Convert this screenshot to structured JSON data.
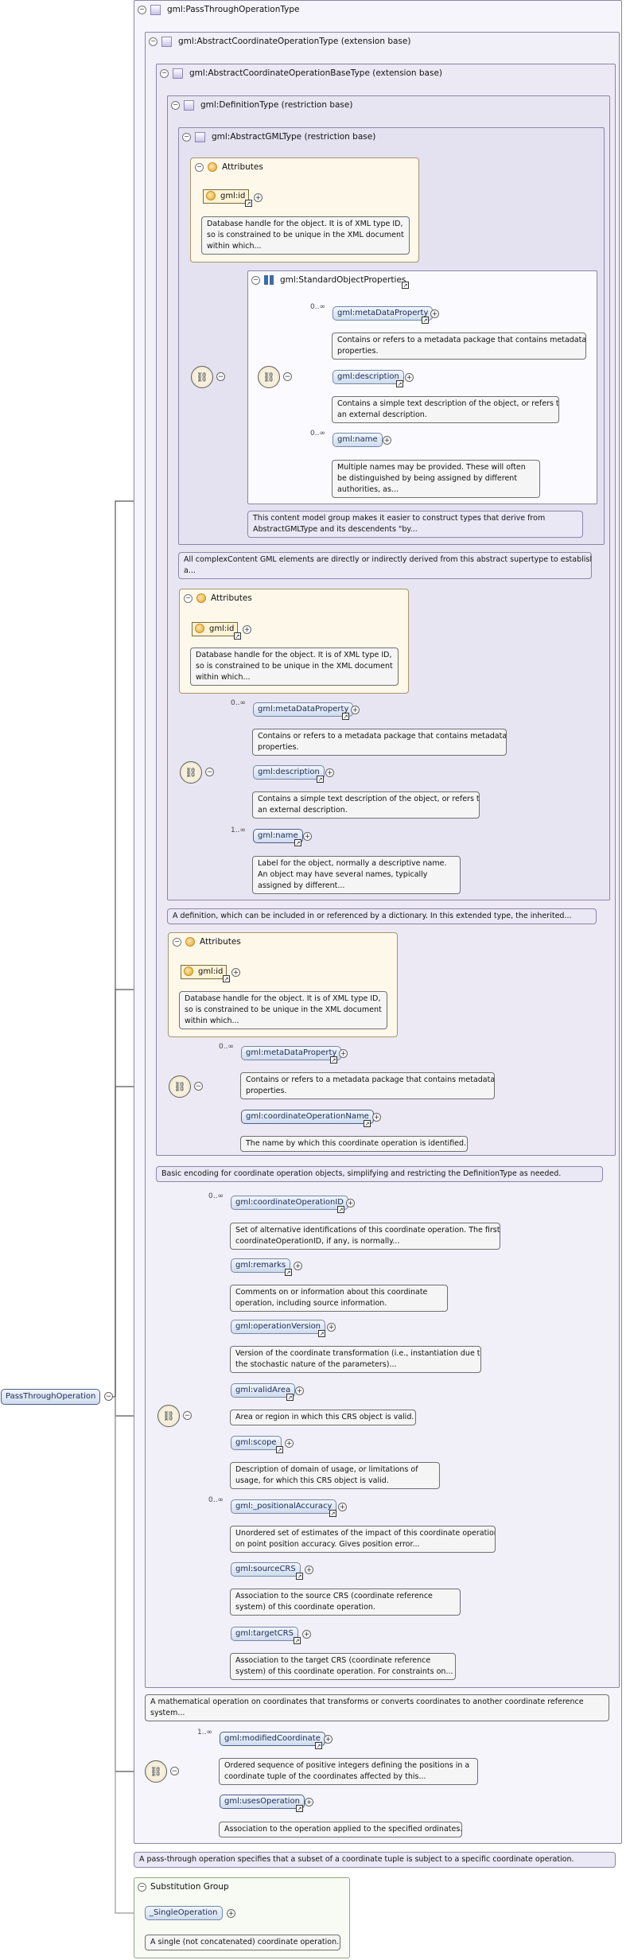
{
  "root": {
    "label": "PassThroughOperation"
  },
  "types": {
    "pass_through": "gml:PassThroughOperationType",
    "abstract_coord_op": "gml:AbstractCoordinateOperationType (extension base)",
    "abstract_coord_op_base": "gml:AbstractCoordinateOperationBaseType (extension base)",
    "definition": "gml:DefinitionType (restriction base)",
    "abstract_gml": "gml:AbstractGMLType (restriction base)",
    "standard_props": "gml:StandardObjectProperties"
  },
  "attributes_label": "Attributes",
  "attr_id": "gml:id",
  "attr_id_doc": [
    "Database handle for the object. It is of XML type ID,",
    "so is constrained to be unique in the XML document",
    "within which..."
  ],
  "cardinality": {
    "zero_many": "0..∞",
    "one_many": "1..∞"
  },
  "elements": {
    "metaDataProperty": "gml:metaDataProperty",
    "description": "gml:description",
    "name": "gml:name",
    "coordinateOperationName": "gml:coordinateOperationName",
    "coordinateOperationID": "gml:coordinateOperationID",
    "remarks": "gml:remarks",
    "operationVersion": "gml:operationVersion",
    "validArea": "gml:validArea",
    "scope": "gml:scope",
    "positionalAccuracy": "gml:_positionalAccuracy",
    "sourceCRS": "gml:sourceCRS",
    "targetCRS": "gml:targetCRS",
    "modifiedCoordinate": "gml:modifiedCoordinate",
    "usesOperation": "gml:usesOperation",
    "singleOperation": "_SingleOperation"
  },
  "docs": {
    "metaDataProperty": [
      "Contains or refers to a metadata package that contains metadata",
      "properties."
    ],
    "description": [
      "Contains a simple text description of the object, or refers to",
      "an external description."
    ],
    "name_standard": [
      "Multiple names may be provided. These will often",
      "be distinguished by being assigned by different",
      "authorities, as..."
    ],
    "standard_group": [
      "This content model group makes it easier to construct types that derive from",
      "AbstractGMLType and its descendents \"by..."
    ],
    "abstract_gml": [
      "All complexContent GML elements are directly or indirectly derived from this abstract supertype to establish",
      "a..."
    ],
    "name_definition": [
      "Label for the object, normally a descriptive name.",
      "An object may have several names, typically",
      "assigned by different..."
    ],
    "definition": [
      "A definition, which can be included in or referenced by a dictionary. In this extended type, the inherited..."
    ],
    "coordinateOperationName": [
      "The name by which this coordinate operation is identified."
    ],
    "base": [
      "Basic encoding for coordinate operation objects, simplifying and restricting the DefinitionType as needed."
    ],
    "coordinateOperationID": [
      "Set of alternative identifications of this coordinate operation. The first",
      "coordinateOperationID, if any, is normally..."
    ],
    "remarks": [
      "Comments on or information about this coordinate",
      "operation, including source information."
    ],
    "operationVersion": [
      "Version of the coordinate transformation (i.e., instantiation due to",
      "the stochastic nature of the parameters)..."
    ],
    "validArea": [
      "Area or region in which this CRS object is valid."
    ],
    "scope": [
      "Description of domain of usage, or limitations of",
      "usage, for which this CRS object is valid."
    ],
    "positionalAccuracy": [
      "Unordered set of estimates of the impact of this coordinate operation",
      "on point position accuracy. Gives position error..."
    ],
    "sourceCRS": [
      "Association to the source CRS (coordinate reference",
      "system) of this coordinate operation."
    ],
    "targetCRS": [
      "Association to the target CRS (coordinate reference",
      "system) of this coordinate operation. For constraints on..."
    ],
    "abstract_coord_op": [
      "A mathematical operation on coordinates that transforms or converts coordinates to another coordinate reference",
      "system..."
    ],
    "modifiedCoordinate": [
      "Ordered sequence of positive integers defining the positions in a",
      "coordinate tuple of the coordinates affected by this..."
    ],
    "usesOperation": [
      "Association to the operation applied to the specified ordinates."
    ],
    "pass_through": [
      "A pass-through operation specifies that a subset of a coordinate tuple is subject to a specific coordinate operation."
    ],
    "singleOperation": [
      "A single (not concatenated) coordinate operation."
    ]
  },
  "substitution_group": "Substitution Group",
  "colors": {
    "type_border": "#8a86a8",
    "type_fill": "#f6f5fb",
    "attr_fill": "#fdf8ea",
    "element_fill": "#dbe5f3",
    "doc_fill": "#f5f5f5",
    "substitution_fill": "#f7fbf3"
  }
}
